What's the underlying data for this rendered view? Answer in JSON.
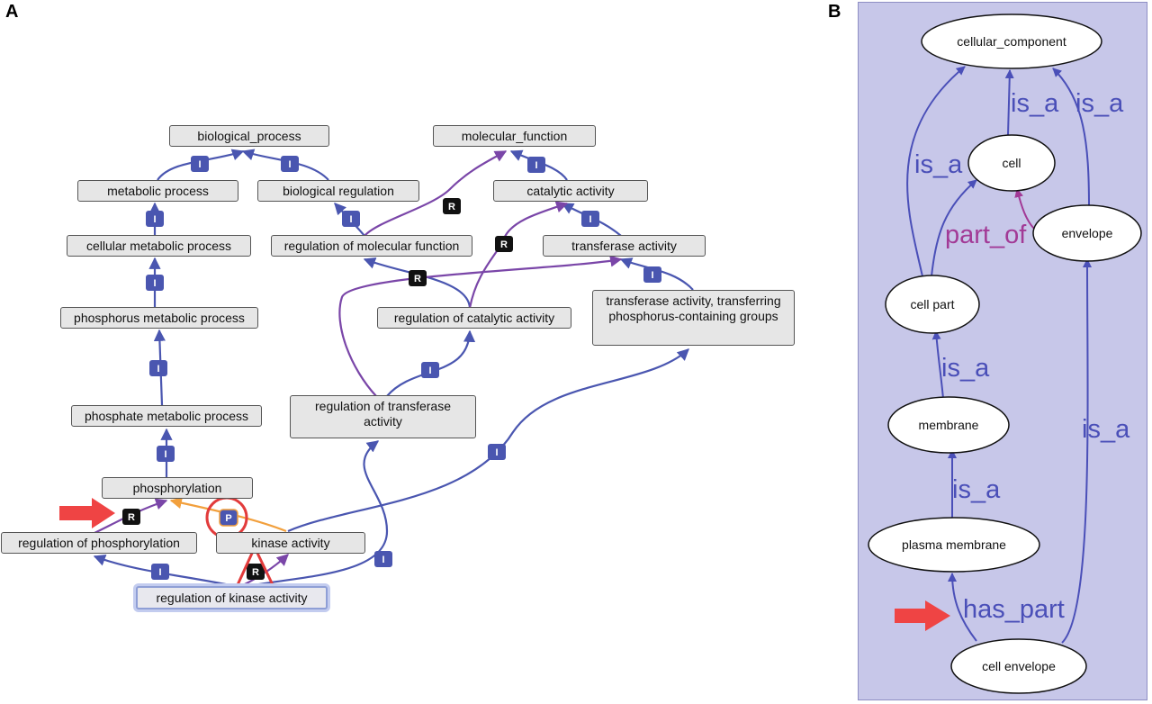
{
  "panel_a": {
    "letter": "A",
    "nodes": {
      "biological_process": "biological_process",
      "molecular_function": "molecular_function",
      "metabolic_process": "metabolic process",
      "biological_regulation": "biological regulation",
      "catalytic_activity": "catalytic activity",
      "cellular_metabolic_process": "cellular metabolic process",
      "regulation_of_molecular_function": "regulation of molecular function",
      "transferase_activity": "transferase activity",
      "phosphorus_metabolic_process": "phosphorus metabolic process",
      "regulation_of_catalytic_activity": "regulation of catalytic activity",
      "transferase_activity_transferring": "transferase activity, transferring phosphorus-containing groups",
      "phosphate_metabolic_process": "phosphate metabolic process",
      "regulation_of_transferase_activity": "regulation of transferase activity",
      "phosphorylation": "phosphorylation",
      "regulation_of_phosphorylation": "regulation of phosphorylation",
      "kinase_activity": "kinase activity",
      "regulation_of_kinase_activity": "regulation of kinase activity"
    },
    "badges": {
      "is_a": "I",
      "regulates": "R",
      "part_of": "P"
    },
    "colors": {
      "is_a": "#4a56b0",
      "regulates": "#7a46a8",
      "part_of": "#f2a03d",
      "highlight": "#e23b3b"
    }
  },
  "panel_b": {
    "letter": "B",
    "nodes": {
      "cellular_component": "cellular_component",
      "cell": "cell",
      "envelope": "envelope",
      "cell_part": "cell part",
      "membrane": "membrane",
      "plasma_membrane": "plasma membrane",
      "cell_envelope": "cell envelope"
    },
    "edge_labels": {
      "is_a": "is_a",
      "part_of": "part_of",
      "has_part": "has_part"
    },
    "colors": {
      "background": "#c7c7e9",
      "is_a": "#4a4fb8",
      "part_of": "#a23a96",
      "arrow": "#ef4444"
    }
  }
}
